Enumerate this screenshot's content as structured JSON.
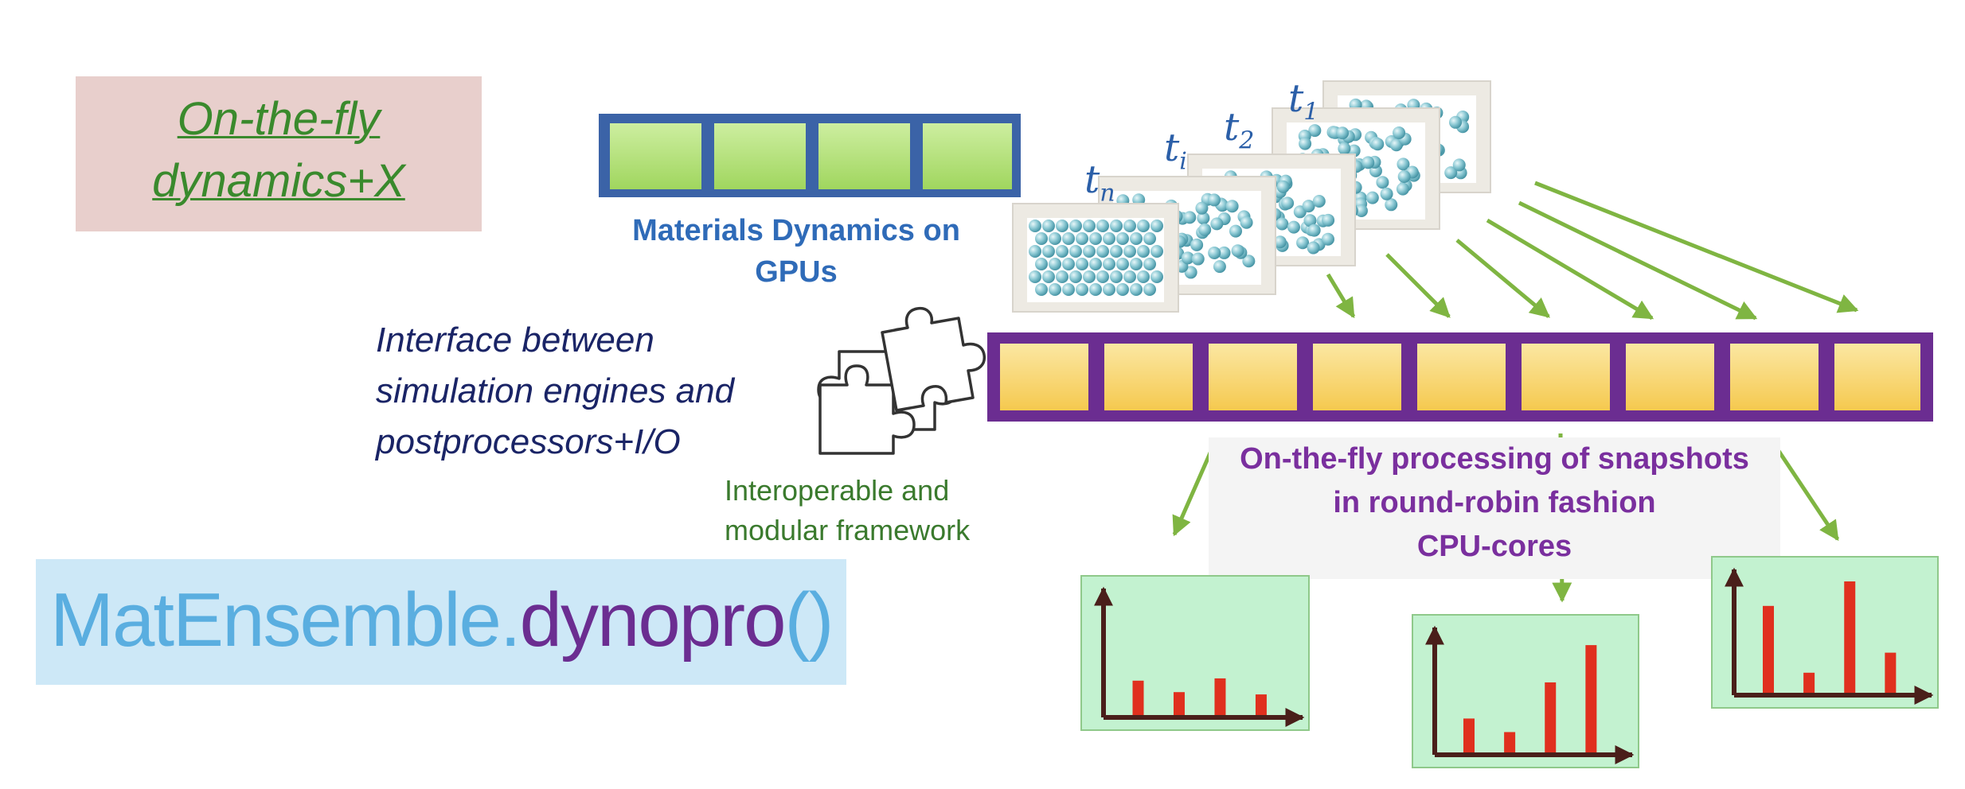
{
  "title": {
    "line1": "On-the-fly",
    "line2": "dynamics+X"
  },
  "gpu": {
    "label_line1": "Materials Dynamics on",
    "label_line2": "GPUs",
    "cells": 4
  },
  "snapshots": [
    {
      "t": "t",
      "sub": "1"
    },
    {
      "t": "t",
      "sub": "2"
    },
    {
      "t": "t",
      "sub": "i"
    },
    {
      "t": "t",
      "sub": "n"
    }
  ],
  "interface": {
    "line1": "Interface between",
    "line2": "simulation engines and",
    "line3": "postprocessors+I/O"
  },
  "interop": {
    "line1": "Interoperable and",
    "line2": "modular framework"
  },
  "cpu": {
    "cells": 9
  },
  "processing": {
    "line1": "On-the-fly processing of snapshots",
    "line2": "in round-robin fashion",
    "line3": "CPU-cores"
  },
  "api": {
    "part1": "MatEnsemble.",
    "part2": "dynopro",
    "part3": "()"
  },
  "mini_charts": [
    {
      "values": [
        0.3,
        0.2,
        0.32,
        0.18
      ]
    },
    {
      "values": [
        0.3,
        0.18,
        0.62,
        0.95
      ]
    },
    {
      "values": [
        0.78,
        0.18,
        1.0,
        0.36
      ]
    }
  ],
  "colors": {
    "gpu_fill": "#a9dc6a",
    "gpu_border": "#3b63a7",
    "cpu_fill": "#f7d265",
    "cpu_border": "#6b2d91",
    "arrow": "#7fb542",
    "chart_bg": "#c3f2d0",
    "bar": "#e0301e",
    "axis": "#4a1f1a"
  }
}
